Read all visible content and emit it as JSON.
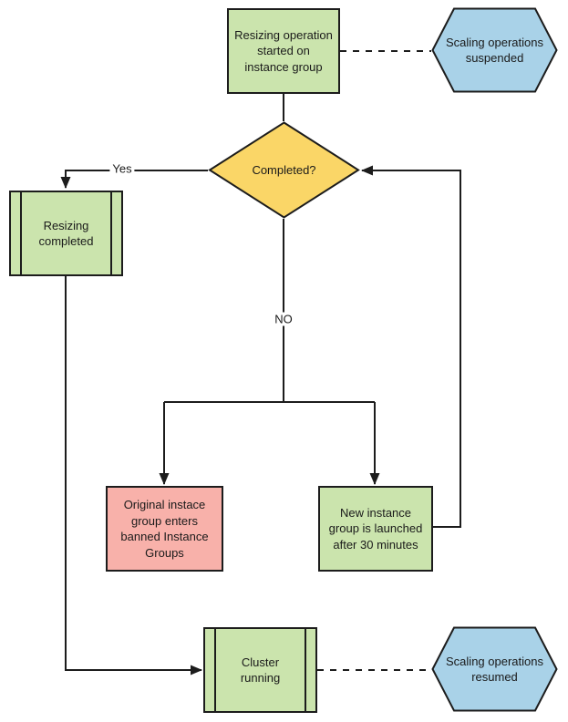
{
  "colors": {
    "stroke": "#1c1c1c",
    "text": "#1a1a1a",
    "canvas_bg": "#ffffff",
    "green": "#cbe4ad",
    "yellow": "#fad667",
    "red": "#f8b1aa",
    "blue": "#a9d2e8"
  },
  "nodes": {
    "start": {
      "type": "process",
      "label": "Resizing operation\nstarted on\ninstance group"
    },
    "suspended": {
      "type": "hexagon",
      "label": "Scaling operations\nsuspended"
    },
    "decision": {
      "type": "decision",
      "label": "Completed?"
    },
    "resizing_completed": {
      "type": "predefined-process",
      "label": "Resizing\ncompleted"
    },
    "banned": {
      "type": "process",
      "label": "Original instace\ngroup enters\nbanned Instance\nGroups"
    },
    "new_group": {
      "type": "process",
      "label": "New instance\ngroup is launched\nafter 30 minutes"
    },
    "cluster": {
      "type": "predefined-process",
      "label": "Cluster\nrunning"
    },
    "resumed": {
      "type": "hexagon",
      "label": "Scaling operations\nresumed"
    }
  },
  "edge_labels": {
    "yes": "Yes",
    "no": "NO"
  }
}
